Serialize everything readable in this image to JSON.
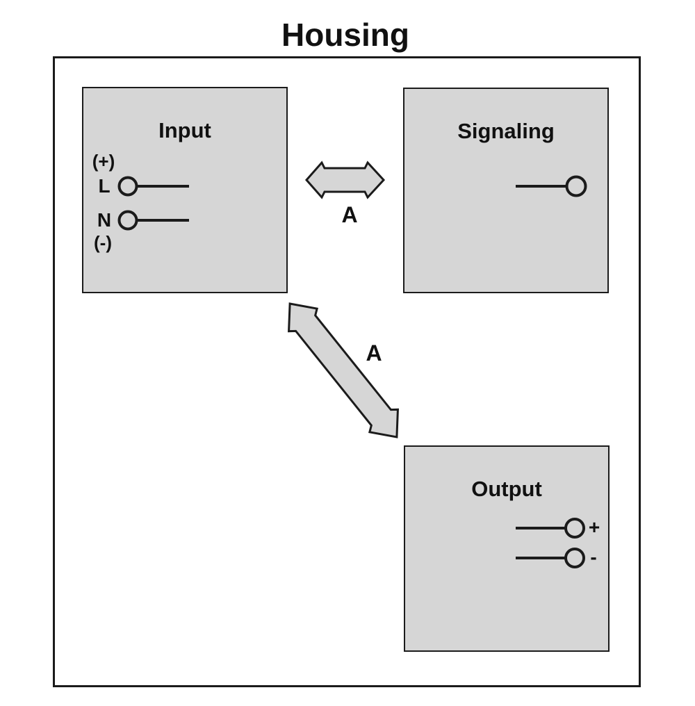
{
  "title": "Housing",
  "blocks": {
    "input": {
      "title": "Input",
      "terminals": {
        "plus_label": "(+)",
        "line_label": "L",
        "neutral_label": "N",
        "minus_label": "(-)"
      }
    },
    "signaling": {
      "title": "Signaling"
    },
    "output": {
      "title": "Output",
      "terminals": {
        "plus_label": "+",
        "minus_label": "-"
      }
    }
  },
  "arrows": {
    "input_signaling_label": "A",
    "input_output_label": "A"
  },
  "colors": {
    "block_fill": "#d6d6d6",
    "stroke": "#1b1b1b",
    "text": "#111111",
    "background": "#ffffff"
  }
}
